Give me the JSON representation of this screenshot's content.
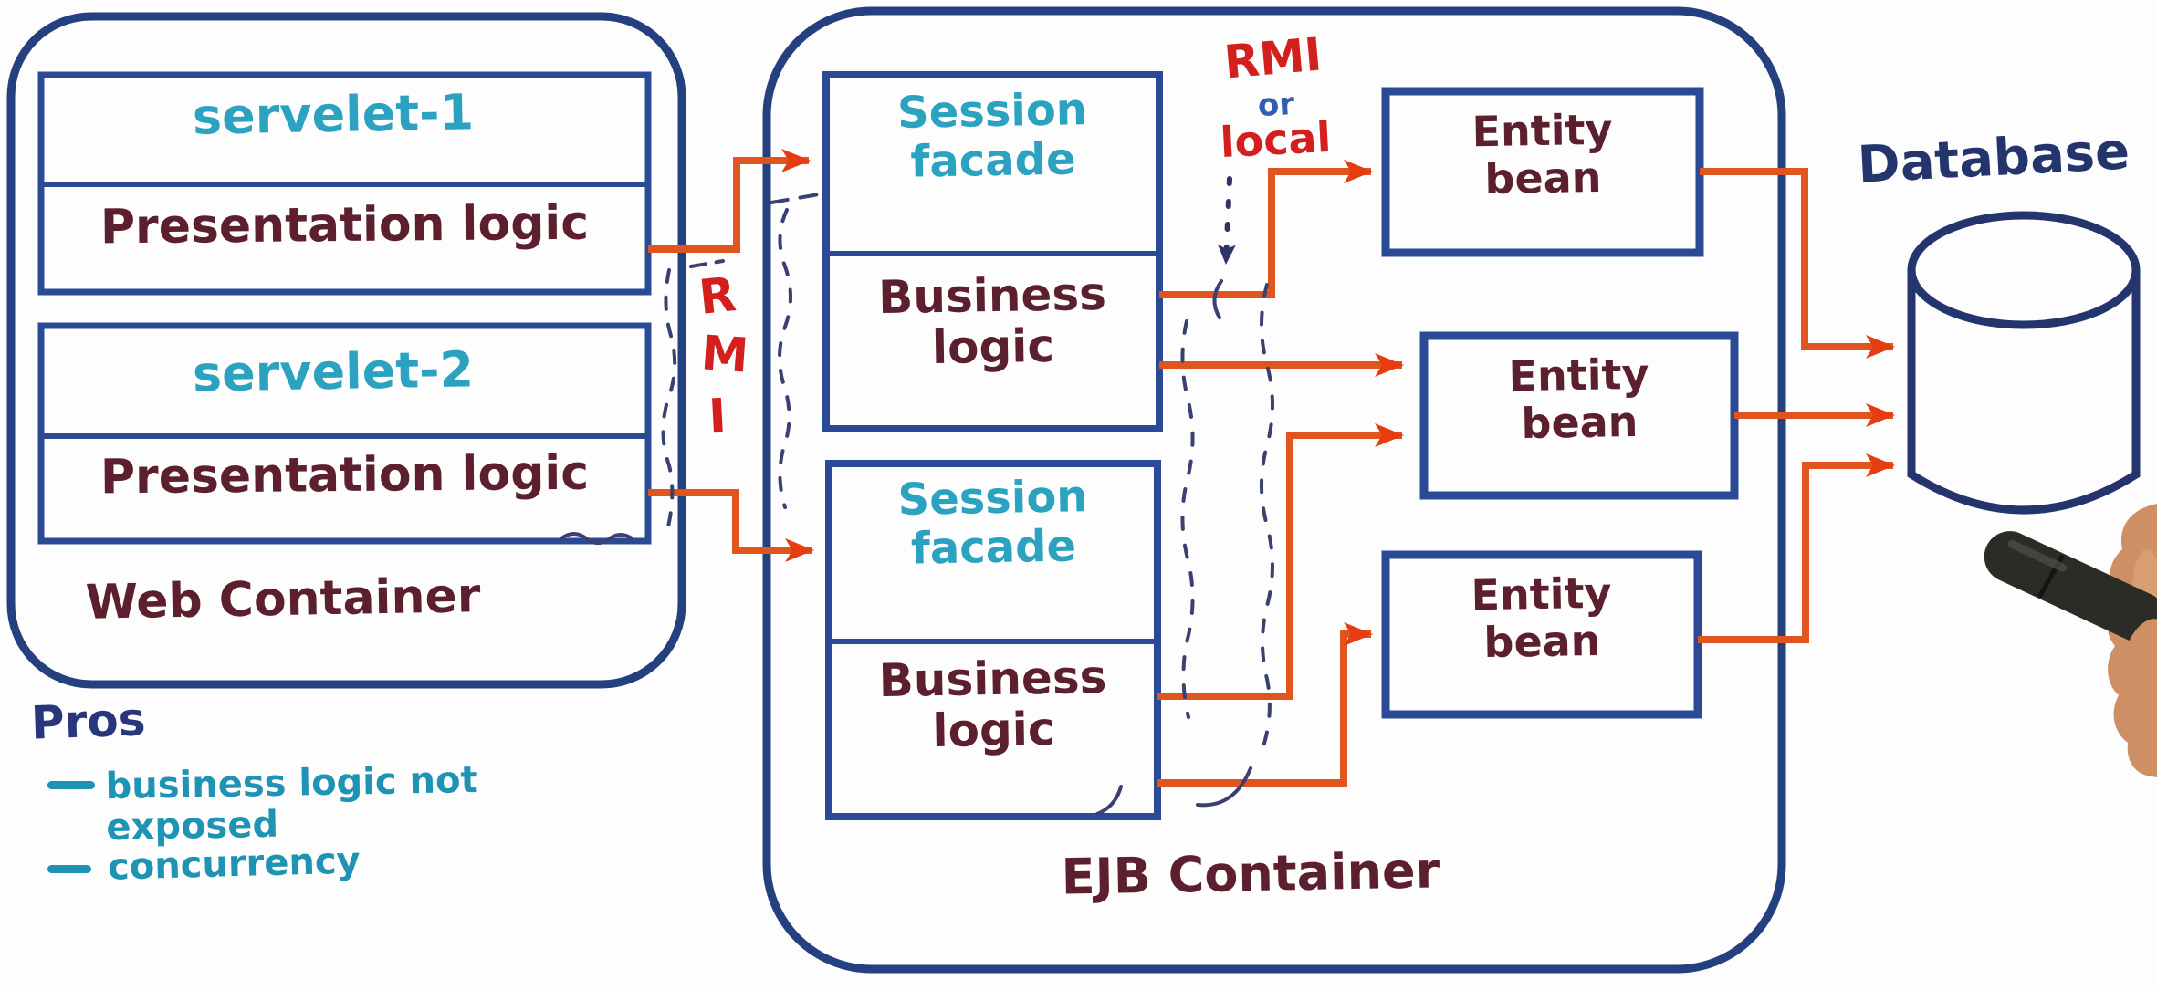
{
  "diagram": {
    "web_container": {
      "label": "Web Container",
      "servlet1": {
        "title": "servelet-1",
        "sub": "Presentation logic"
      },
      "servlet2": {
        "title": "servelet-2",
        "sub": "Presentation logic"
      }
    },
    "rmi_vertical": {
      "l1": "R",
      "l2": "M",
      "l3": "I"
    },
    "rmi_or_local": {
      "rmi": "RMI",
      "or": "or",
      "local": "local"
    },
    "ejb_container": {
      "label": "EJB Container",
      "facade1": {
        "title": "Session facade",
        "sub": "Business logic"
      },
      "facade2": {
        "title": "Session facade",
        "sub": "Business logic"
      }
    },
    "entity_beans": [
      {
        "label": "Entity bean"
      },
      {
        "label": "Entity bean"
      },
      {
        "label": "Entity bean"
      }
    ],
    "database": {
      "label": "Database"
    },
    "pros": {
      "title": "Pros",
      "items": [
        "business logic not exposed",
        "concurrency"
      ]
    },
    "colors": {
      "container_border": "#24407e",
      "box_border": "#2b4a96",
      "teal_text": "#2ba2c0",
      "maroon_text": "#5c1f2e",
      "arrow_orange": "#e0551e",
      "arrowhead_red": "#e63c12",
      "rmi_red": "#d41f1f",
      "or_blue": "#2f5fae",
      "pros_navy": "#28367c",
      "database_navy": "#24356e",
      "dashed_navy": "#3a4070",
      "pen_body": "#2c2c27",
      "hand_skin": "#cd8f63"
    }
  }
}
